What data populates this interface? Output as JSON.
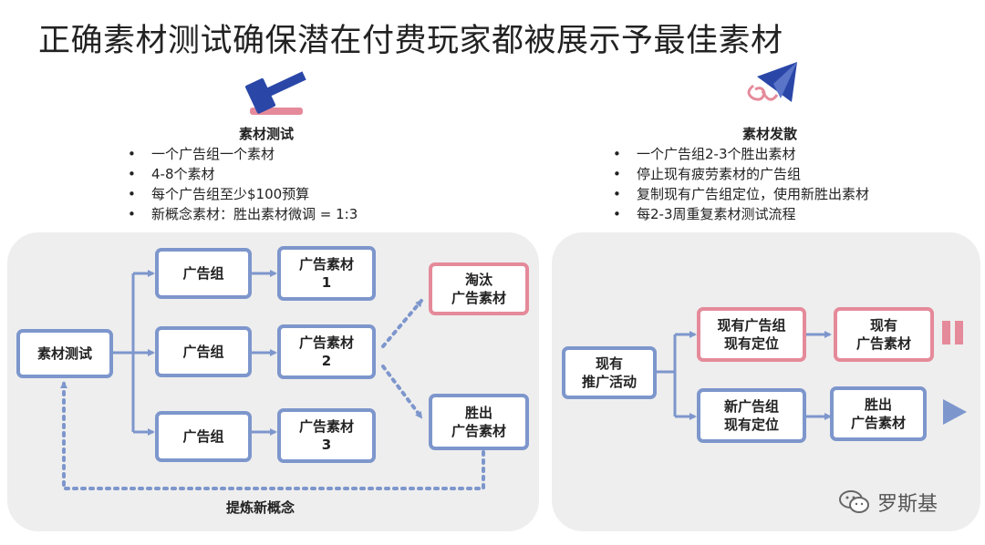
{
  "title": "正确素材测试确保潜在付费玩家都被展示予最佳素材",
  "left": {
    "icon": "gavel-icon",
    "heading": "素材测试",
    "bullets": [
      "一个广告组一个素材",
      "4-8个素材",
      "每个广告组至少$100预算",
      "新概念素材：胜出素材微调 = 1:3"
    ],
    "start": "素材测试",
    "groups": [
      "广告组",
      "广告组",
      "广告组"
    ],
    "creatives": [
      "广告素材\n1",
      "广告素材\n2",
      "广告素材\n3"
    ],
    "eliminate": "淘汰\n广告素材",
    "winner": "胜出\n广告素材",
    "loop_label": "提炼新概念"
  },
  "right": {
    "icon": "paper-plane-icon",
    "heading": "素材发散",
    "bullets": [
      "一个广告组2-3个胜出素材",
      "停止现有疲劳素材的广告组",
      "复制现有广告组定位，使用新胜出素材",
      "每2-3周重复素材测试流程"
    ],
    "start": "现有\n推广活动",
    "top_group": "现有广告组\n现有定位",
    "top_creative": "现有\n广告素材",
    "bottom_group": "新广告组\n现有定位",
    "bottom_creative": "胜出\n广告素材"
  },
  "watermark": "罗斯基",
  "colors": {
    "blue": "#7d96cc",
    "red": "#e58a9a",
    "panel": "#eeeeee",
    "icon_blue": "#2a47a8"
  }
}
